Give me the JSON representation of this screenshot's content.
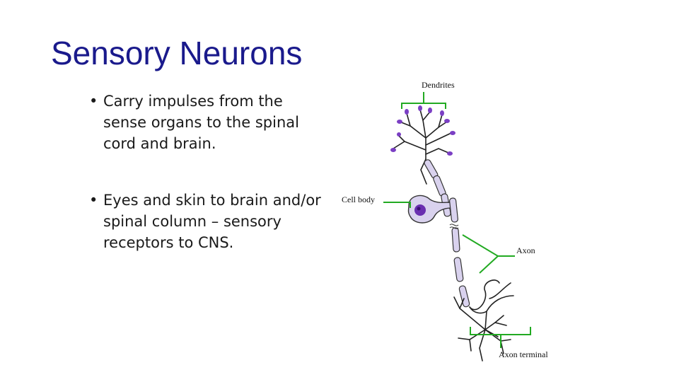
{
  "slide": {
    "title": "Sensory Neurons",
    "bullets": [
      "Carry impulses from the sense organs to the spinal cord and brain.",
      "Eyes and skin to brain and/or spinal column – sensory receptors to CNS."
    ]
  },
  "diagram": {
    "labels": {
      "dendrites": "Dendrites",
      "cell_body": "Cell body",
      "axon": "Axon",
      "axon_terminal": "Axon terminal"
    }
  },
  "colors": {
    "title": "#1a1a8c",
    "bracket": "#22aa22",
    "dendrite_tip": "#7b3fc4",
    "myelin": "#d9d2ee",
    "nucleus": "#6a2fb0"
  }
}
